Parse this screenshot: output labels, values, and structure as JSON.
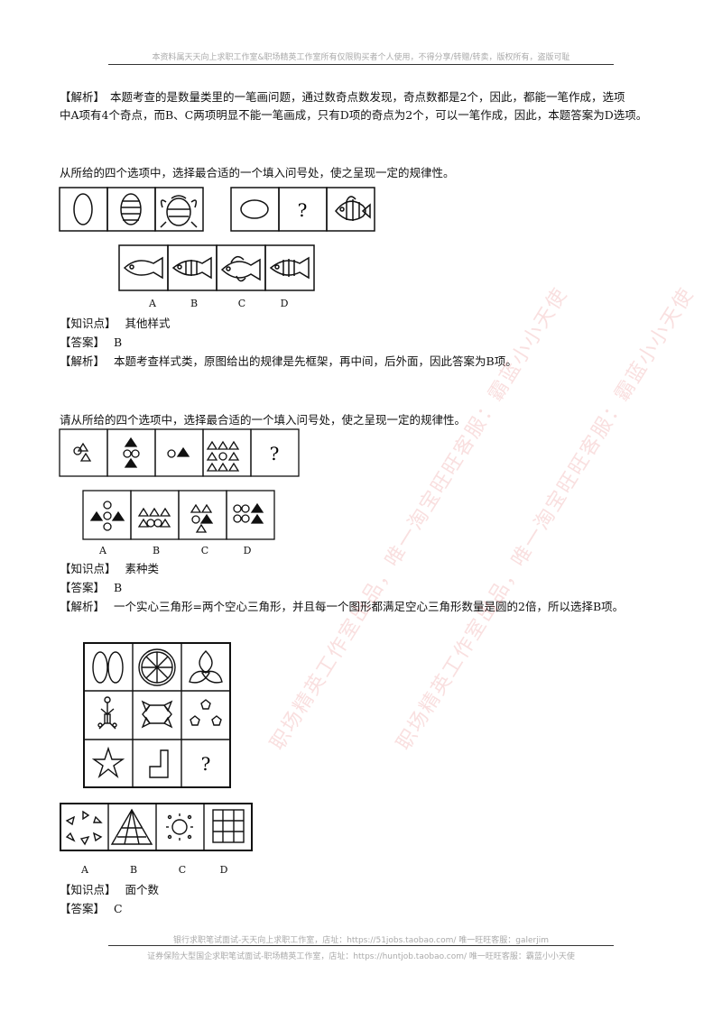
{
  "header": {
    "notice": "本资料属天天向上求职工作室&职场精英工作室所有仅限购买者个人使用，不得分享/转赠/转卖，版权所有，盗版可耻"
  },
  "block1": {
    "label": "【解析】",
    "text_line1": "本题考查的是数量类里的一笔画问题，通过数奇点数发现，奇点数都是2个，因此，都能一笔作成，选项",
    "text_line2": "中A项有4个奇点，而B、C两项明显不能一笔画成，只有D项的奇点为2个，可以一笔作成，因此，本题答案为D选项。"
  },
  "q2": {
    "prompt": "从所给的四个选项中，选择最合适的一个填入问号处，使之呈现一定的规律性。",
    "question_mark": "?",
    "options": [
      "A",
      "B",
      "C",
      "D"
    ],
    "knowledge_label": "【知识点】",
    "knowledge": "其他样式",
    "answer_label": "【答案】",
    "answer": "B",
    "analysis_label": "【解析】",
    "analysis": "本题考查样式类，原图给出的规律是先框架，再中间，后外面，因此答案为B项。"
  },
  "q3": {
    "prompt": "请从所给的四个选项中，选择最合适的一个填入问号处，使之呈现一定的规律性。",
    "question_mark": "?",
    "options": [
      "A",
      "B",
      "C",
      "D"
    ],
    "knowledge_label": "【知识点】",
    "knowledge": "素种类",
    "answer_label": "【答案】",
    "answer": "B",
    "analysis_label": "【解析】",
    "analysis": "一个实心三角形=两个空心三角形，并且每一个图形都满足空心三角形数量是圆的2倍，所以选择B项。"
  },
  "q4": {
    "question_mark": "?",
    "options": [
      "A",
      "B",
      "C",
      "D"
    ],
    "knowledge_label": "【知识点】",
    "knowledge": "面个数",
    "answer_label": "【答案】",
    "answer": "C"
  },
  "footer": {
    "line1": "银行求职笔试面试-天天向上求职工作室，店址：https://51jobs.taobao.com/ 唯一旺旺客服：galerjim",
    "line2": "证券保险大型国企求职笔试面试-职场精英工作室，店址：https://huntjob.taobao.com/ 唯一旺旺客服：霸蓝小小天使"
  },
  "watermarks": [
    "职场精英工作室出品，唯一淘宝旺旺客服：霸蓝小小天使",
    "职场精英工作室出品，唯一淘宝旺旺客服：霸蓝小小天使"
  ]
}
